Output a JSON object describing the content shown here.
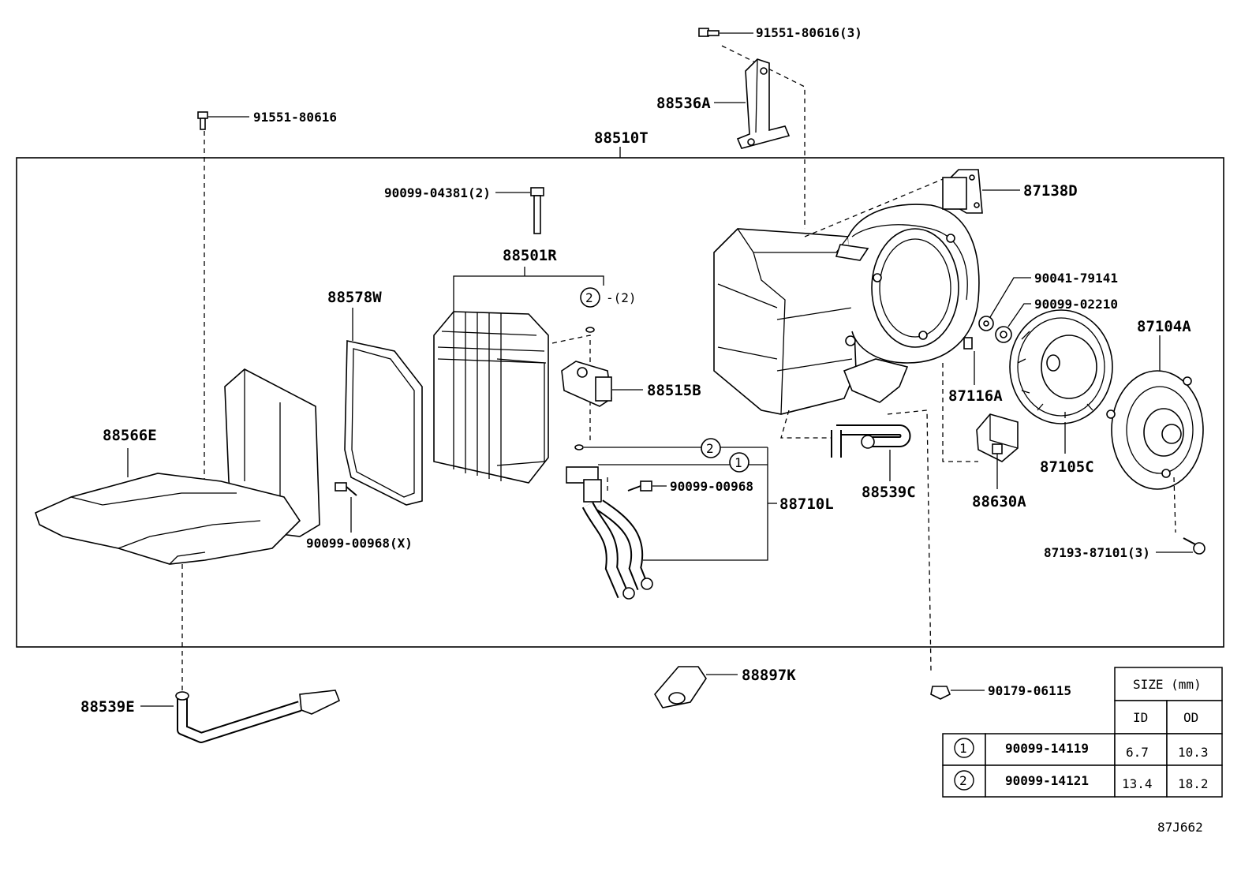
{
  "diagram": {
    "assembly_label": "88510T",
    "figure_id": "87J662",
    "parts": {
      "screw_top_left": "91551-80616",
      "screw_top_center": "91551-80616(3)",
      "bracket": "88536A",
      "resistor": "87138D",
      "bolt_evap": "90099-04381(2)",
      "evaporator": "88501R",
      "oring_ref": "-(2)",
      "gasket": "88578W",
      "lower_case": "88566E",
      "screw_lower_case": "90099-00968(X)",
      "expansion_valve": "88515B",
      "tube_assembly": "88710L",
      "screw_tube": "90099-00968",
      "blower_case_drain": "88539C",
      "amplifier": "88630A",
      "clip_87116": "87116A",
      "nut_90041": "90041-79141",
      "nut_90099": "90099-02210",
      "fan": "87105C",
      "motor": "87104A",
      "screw_motor": "87193-87101(3)",
      "drain_hose": "88539E",
      "grommet": "88897K",
      "clip_bottom": "90179-06115"
    },
    "callouts": [
      "1",
      "2"
    ],
    "oring_table": {
      "size_header": "SIZE (mm)",
      "col_id": "ID",
      "col_od": "OD",
      "rows": [
        {
          "marker": "1",
          "part_no": "90099-14119",
          "id": "6.7",
          "od": "10.3"
        },
        {
          "marker": "2",
          "part_no": "90099-14121",
          "id": "13.4",
          "od": "18.2"
        }
      ]
    }
  }
}
